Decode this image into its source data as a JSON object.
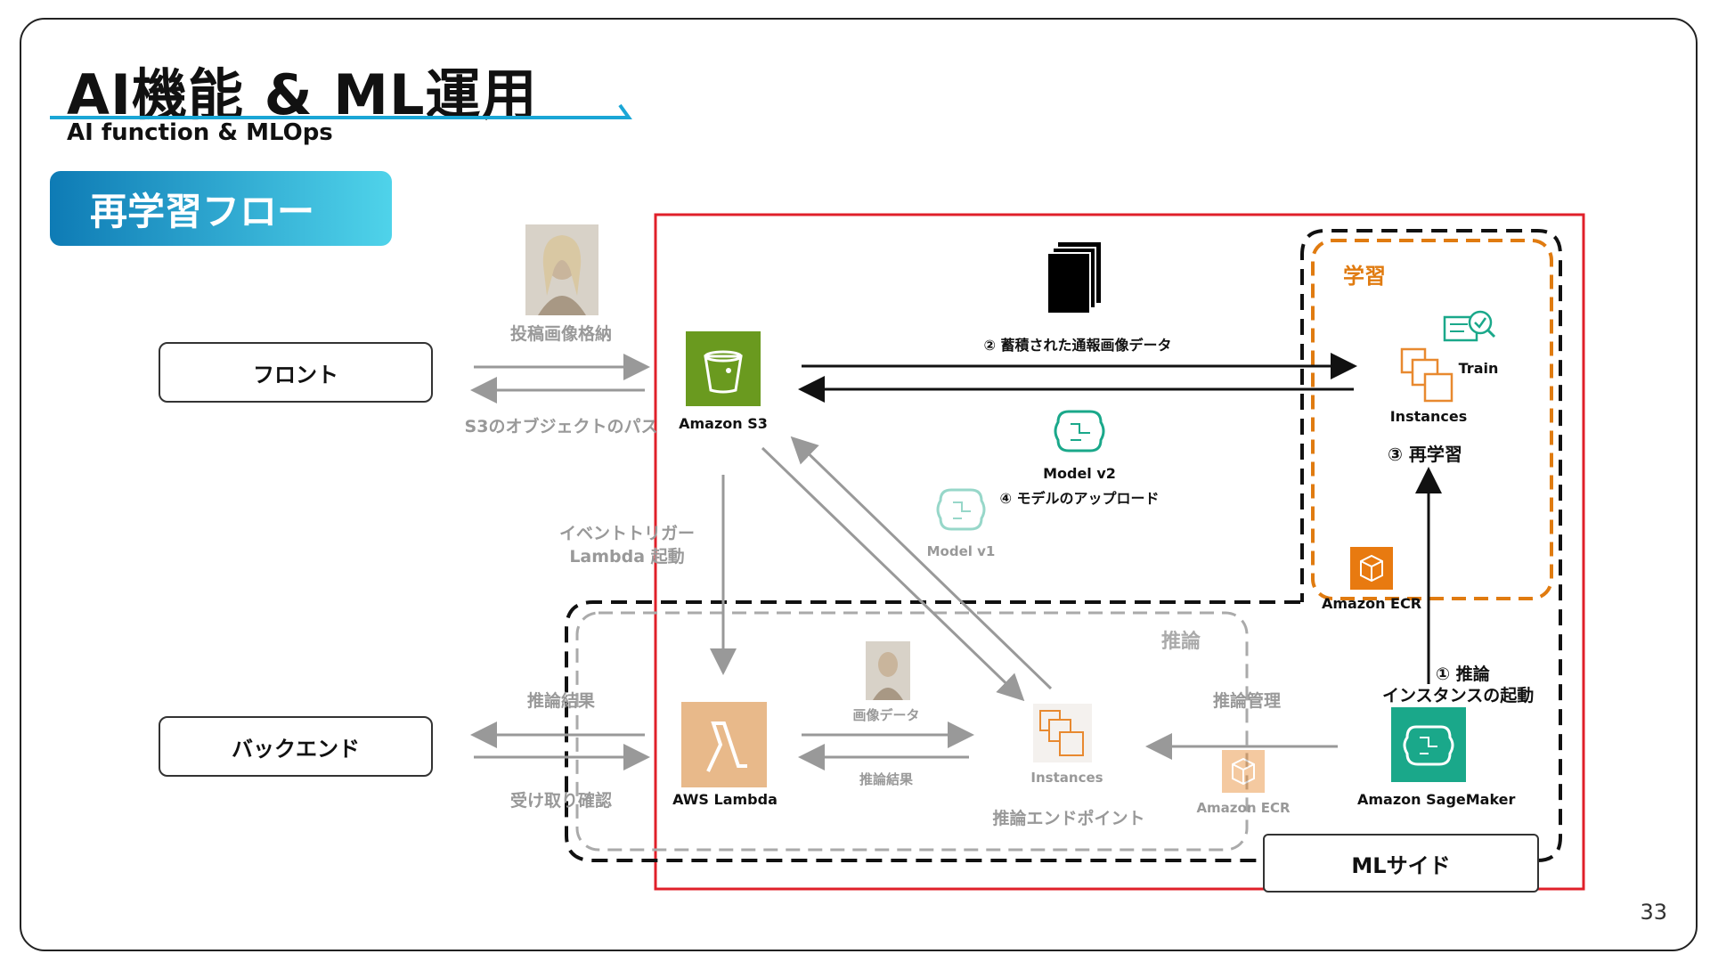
{
  "header": {
    "title": "AI機能 & ML運用",
    "subtitle": "AI function & MLOps"
  },
  "section": {
    "label": "再学習フロー"
  },
  "nodes": {
    "front": "フロント",
    "backend": "バックエンド",
    "s3": "Amazon S3",
    "lambda": "AWS Lambda",
    "instances_infer": "Instances",
    "endpoint": "推論エンドポイント",
    "ecr_infer": "Amazon ECR",
    "sagemaker": "Amazon SageMaker",
    "train": "Train",
    "instances_train": "Instances",
    "ecr_train": "Amazon ECR",
    "model_v1": "Model v1",
    "model_v2": "Model v2",
    "ml_side": "MLサイド"
  },
  "labels": {
    "upload_image": "投稿画像格納",
    "s3_path": "S3のオブジェクトのパス",
    "event_trigger_1": "イベントトリガー",
    "event_trigger_2": "Lambda 起動",
    "infer_result_left": "推論結果",
    "receive_confirm": "受け取り確認",
    "image_data": "画像データ",
    "infer_result_mid": "推論結果",
    "infer_manage": "推論管理",
    "infer_group": "推論",
    "learn_group": "学習",
    "step2": "② 蓄積された通報画像データ",
    "step3": "③ 再学習",
    "step4": "④ モデルのアップロード",
    "step1_1": "① 推論",
    "step1_2": "インスタンスの起動"
  },
  "colors": {
    "accent_orange": "#e07b10",
    "highlight_red": "#e0202a",
    "s3_green": "#6a9a1f",
    "sagemaker_teal": "#1aa88a",
    "lambda_orange": "#e8892f"
  },
  "page_number": "33"
}
